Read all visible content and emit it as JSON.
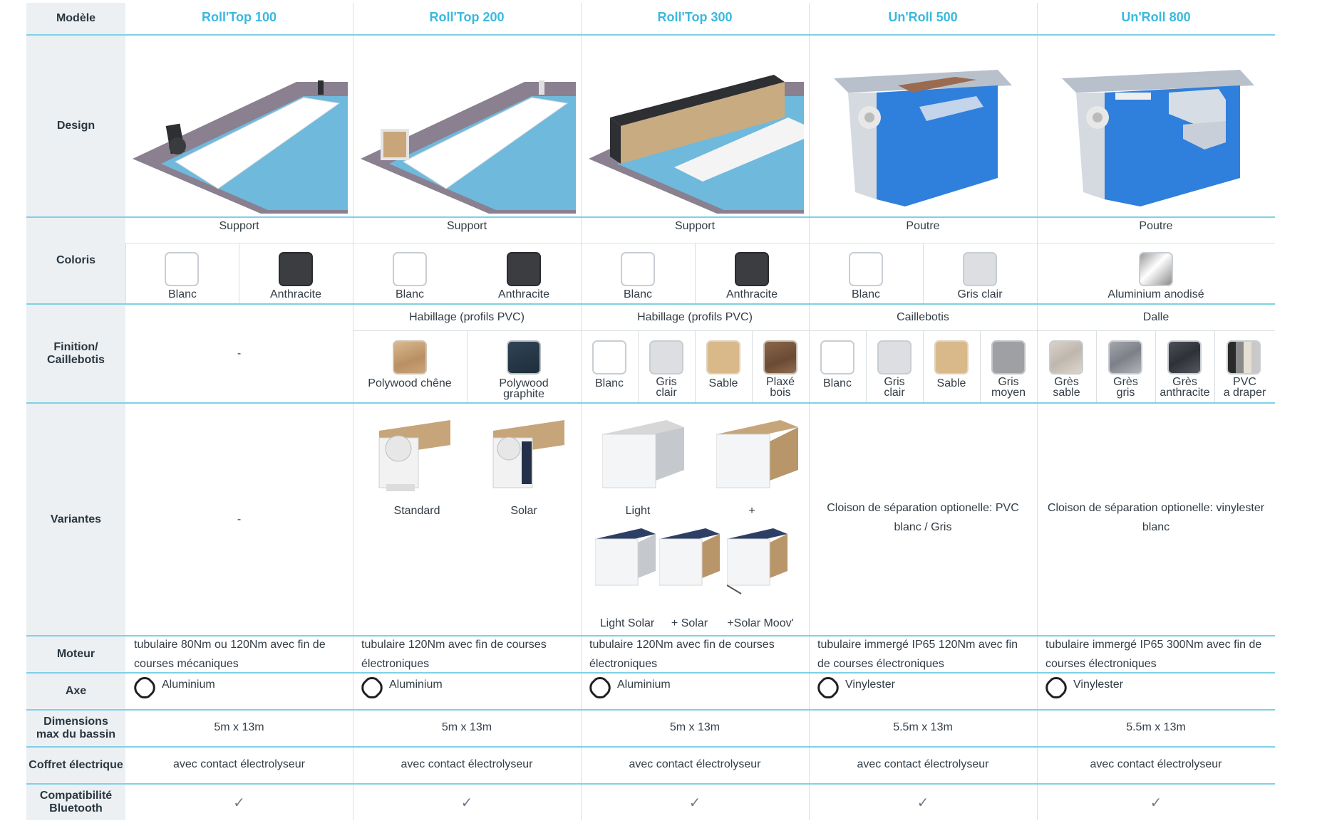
{
  "rows": {
    "modele": "Modèle",
    "design": "Design",
    "coloris": "Coloris",
    "finition": "Finition/ Caillebotis",
    "variantes": "Variantes",
    "moteur": "Moteur",
    "axe": "Axe",
    "dimensions": "Dimensions max du bassin",
    "coffret": "Coffret électrique",
    "bluetooth": "Compatibilité Bluetooth"
  },
  "models": [
    {
      "name": "Roll'Top 100",
      "coloris_head": "Support",
      "finition": "-",
      "variantes": "-",
      "moteur": "tubulaire 80Nm ou 120Nm avec fin de courses mécaniques",
      "axe": "Aluminium",
      "dim": "5m x 13m",
      "coffret": "avec contact électrolyseur"
    },
    {
      "name": "Roll'Top 200",
      "coloris_head": "Support",
      "finition_head": "Habillage (profils PVC)",
      "moteur": "tubulaire 120Nm avec fin de courses électroniques",
      "axe": "Aluminium",
      "dim": "5m x 13m",
      "coffret": "avec contact électrolyseur"
    },
    {
      "name": "Roll'Top 300",
      "coloris_head": "Support",
      "finition_head": "Habillage (profils PVC)",
      "moteur": "tubulaire 120Nm avec fin de courses électroniques",
      "axe": "Aluminium",
      "dim": "5m x 13m",
      "coffret": "avec contact électrolyseur"
    },
    {
      "name": "Un'Roll 500",
      "coloris_head": "Poutre",
      "finition_head": "Caillebotis",
      "variantes": "Cloison de séparation optionelle: PVC blanc / Gris",
      "moteur": "tubulaire immergé IP65 120Nm avec fin de courses électroniques",
      "axe": "Vinylester",
      "dim": "5.5m x 13m",
      "coffret": "avec contact électrolyseur"
    },
    {
      "name": "Un'Roll 800",
      "coloris_head": "Poutre",
      "finition_head": "Dalle",
      "variantes": "Cloison de séparation optionelle: vinylester blanc",
      "moteur": "tubulaire immergé IP65 300Nm avec fin de courses électroniques",
      "axe": "Vinylester",
      "dim": "5.5m x 13m",
      "coffret": "avec contact électrolyseur"
    }
  ],
  "coloris": {
    "c1a": "Blanc",
    "c1b": "Anthracite",
    "c2a": "Blanc",
    "c2b": "Anthracite",
    "c3a": "Blanc",
    "c3b": "Anthracite",
    "c4a": "Blanc",
    "c4b": "Gris clair",
    "c5a": "Aluminium anodisé"
  },
  "finitions": {
    "f2a": "Polywood chêne",
    "f2b1": "Polywood",
    "f2b2": "graphite",
    "f3a": "Blanc",
    "f3b1": "Gris",
    "f3b2": "clair",
    "f3c": "Sable",
    "f3d1": "Plaxé",
    "f3d2": "bois",
    "f4a": "Blanc",
    "f4b1": "Gris",
    "f4b2": "clair",
    "f4c": "Sable",
    "f4d1": "Gris",
    "f4d2": "moyen",
    "f5a1": "Grès",
    "f5a2": "sable",
    "f5b1": "Grès",
    "f5b2": "gris",
    "f5c1": "Grès",
    "f5c2": "anthracite",
    "f5d1": "PVC",
    "f5d2": "a draper"
  },
  "variantes": {
    "v2a": "Standard",
    "v2b": "Solar",
    "v3a": "Light",
    "v3b": "+",
    "v3c": "Light Solar",
    "v3d": "+ Solar",
    "v3e": "+Solar Moov'"
  },
  "check_mark": "✓",
  "colors": {
    "accent": "#3ab9e0",
    "label_bg": "#ecf0f2",
    "line": "#7fd0e6"
  }
}
